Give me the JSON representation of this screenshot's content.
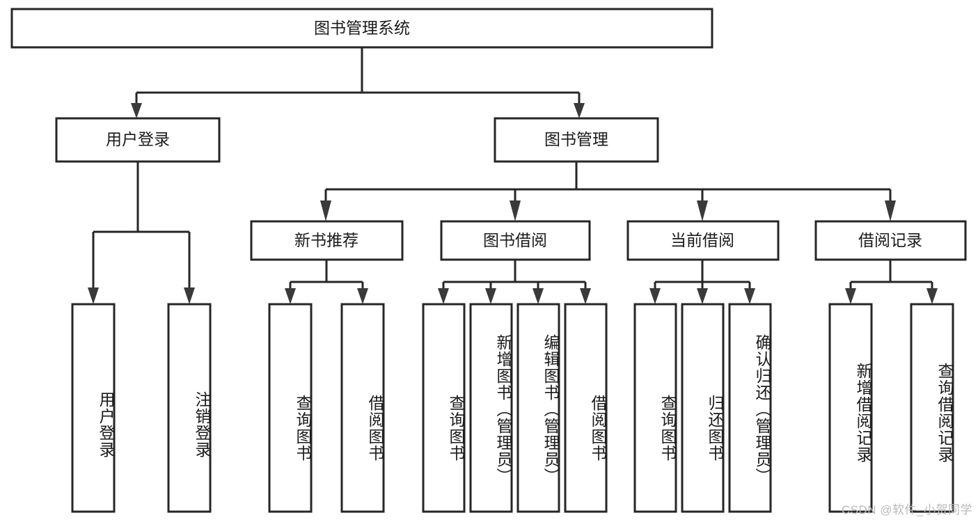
{
  "diagram": {
    "type": "tree-hierarchy",
    "title": "图书管理系统",
    "orientation": "top-down",
    "root": {
      "id": "root",
      "label": "图书管理系统",
      "level": 0
    },
    "level2": [
      {
        "id": "user-login",
        "label": "用户登录",
        "level": 1
      },
      {
        "id": "book-manage",
        "label": "图书管理",
        "level": 1
      }
    ],
    "level3": [
      {
        "id": "new-book-recommend",
        "label": "新书推荐",
        "parent": "book-manage",
        "level": 2
      },
      {
        "id": "book-borrow",
        "label": "图书借阅",
        "parent": "book-manage",
        "level": 2
      },
      {
        "id": "current-borrow",
        "label": "当前借阅",
        "parent": "book-manage",
        "level": 2
      },
      {
        "id": "borrow-record",
        "label": "借阅记录",
        "parent": "book-manage",
        "level": 2
      }
    ],
    "leaves": [
      {
        "id": "leaf-user-login",
        "label": "用户登录",
        "parent": "user-login",
        "level": 2
      },
      {
        "id": "leaf-user-logout",
        "label": "注销登录",
        "parent": "user-login",
        "level": 2
      },
      {
        "id": "leaf-query-book-1",
        "label": "查询图书",
        "parent": "new-book-recommend",
        "level": 3
      },
      {
        "id": "leaf-borrow-book-1",
        "label": "借阅图书",
        "parent": "new-book-recommend",
        "level": 3
      },
      {
        "id": "leaf-query-book-2",
        "label": "查询图书",
        "parent": "book-borrow",
        "level": 3
      },
      {
        "id": "leaf-add-book",
        "label": "新增图书（管理员）",
        "parent": "book-borrow",
        "level": 3
      },
      {
        "id": "leaf-edit-book",
        "label": "编辑图书（管理员）",
        "parent": "book-borrow",
        "level": 3
      },
      {
        "id": "leaf-borrow-book-2",
        "label": "借阅图书",
        "parent": "book-borrow",
        "level": 3
      },
      {
        "id": "leaf-query-book-3",
        "label": "查询图书",
        "parent": "current-borrow",
        "level": 3
      },
      {
        "id": "leaf-return-book",
        "label": "归还图书",
        "parent": "current-borrow",
        "level": 3
      },
      {
        "id": "leaf-confirm-return",
        "label": "确认归还（管理员）",
        "parent": "current-borrow",
        "level": 3
      },
      {
        "id": "leaf-add-record",
        "label": "新增借阅记录",
        "parent": "borrow-record",
        "level": 3
      },
      {
        "id": "leaf-query-record",
        "label": "查询借阅记录",
        "parent": "borrow-record",
        "level": 3
      }
    ],
    "colors": {
      "background": "#ffffff",
      "box_fill": "#ffffff",
      "box_stroke": "#262626",
      "connector": "#262626",
      "text": "#1a1a1a",
      "watermark": "#b9b9b9"
    }
  },
  "watermark": {
    "text": "CSDN @软件_小贺同学"
  }
}
